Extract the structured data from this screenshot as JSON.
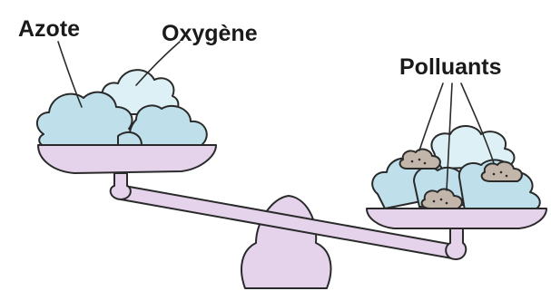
{
  "labels": {
    "left_1": "Azote",
    "left_2": "Oxygène",
    "right": "Polluants"
  },
  "colors": {
    "outline": "#2a2a2a",
    "scale": "#e4d3ea",
    "cloud_main": "#bfe0ea",
    "cloud_light": "#dcf0f5",
    "pollutant": "#c2b6ab"
  }
}
